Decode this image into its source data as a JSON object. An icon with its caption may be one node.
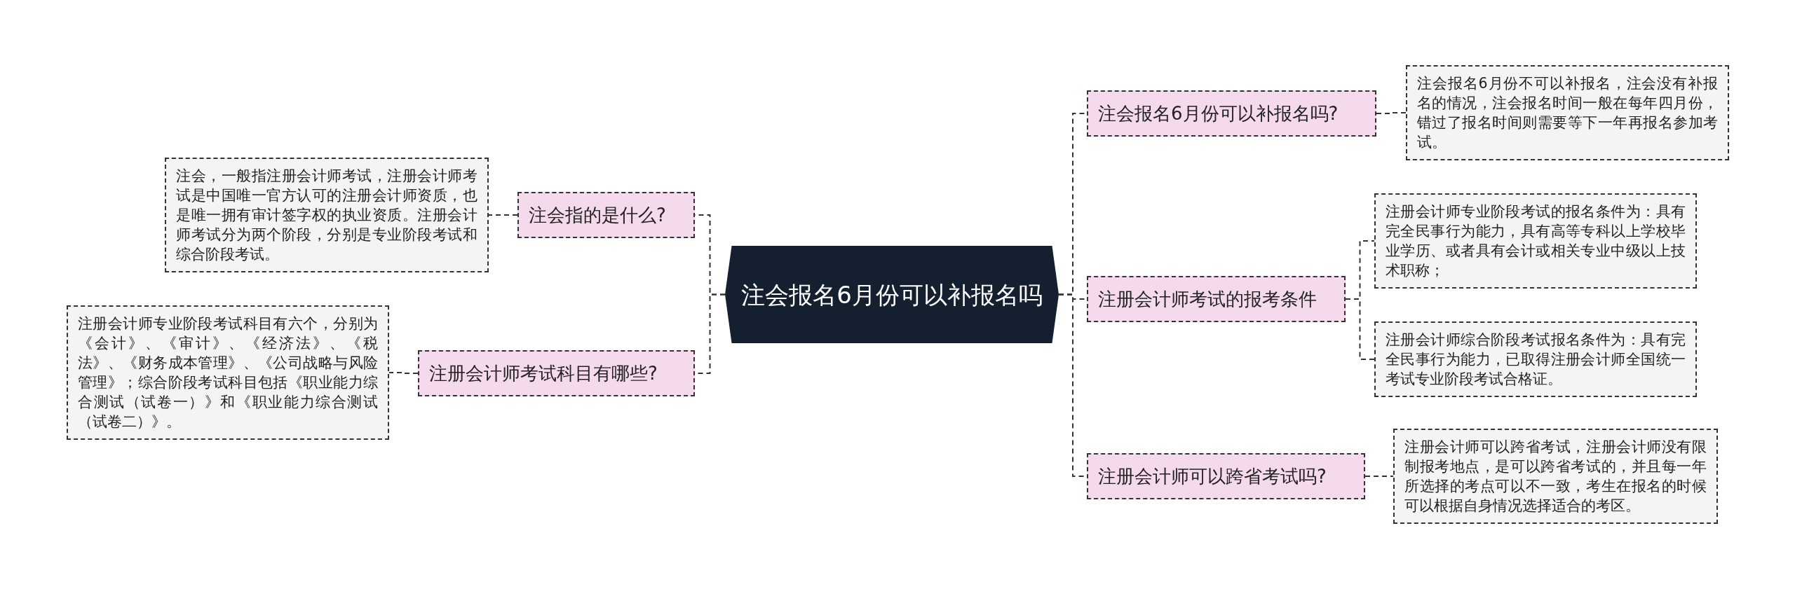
{
  "diagram": {
    "nodes": [
      {
        "text": [
          "注会报名6月份可以补报名吗"
        ]
      },
      {
        "text": [
          "注会指的是什么?"
        ]
      },
      {
        "text": [
          "注会，一般指注册会计师考试，注册会计师考试是中国唯一官方认可的注册会计师资质，也是唯一拥有审计签字权的执业资质。注册会计师考试分为两个阶段，分别是专业阶段考试和综合阶段考试。"
        ]
      },
      {
        "text": [
          "注册会计师考试科目有哪些?"
        ]
      },
      {
        "text": [
          "注册会计师专业阶段考试科目有六个，分别为《会计》、《审计》、《经济法》、《税法》、《财务成本管理》、《公司战略与风险管理》；综合阶段考试科目包括《职业能力综合测试（试卷一）》和《职业能力综合测试（试卷二）》。"
        ]
      },
      {
        "text": [
          "注会报名6月份可以补报名吗?"
        ]
      },
      {
        "text": [
          "注会报名6月份不可以补报名，注会没有补报名的情况，注会报名时间一般在每年四月份，错过了报名时间则需要等下一年再报名参加考试。"
        ]
      },
      {
        "text": [
          "注册会计师考试的报考条件"
        ]
      },
      {
        "text": [
          "注册会计师专业阶段考试的报名条件为：具有完全民事行为能力，具有高等专科以上学校毕业学历、或者具有会计或相关专业中级以上技术职称；"
        ]
      },
      {
        "text": [
          "注册会计师综合阶段考试报名条件为：具有完全民事行为能力，已取得注册会计师全国统一考试专业阶段考试合格证。"
        ]
      },
      {
        "text": [
          "注册会计师可以跨省考试吗?"
        ]
      },
      {
        "text": [
          "注册会计师可以跨省考试，注册会计师没有限制报考地点，是可以跨省考试的，并且每一年所选择的考点可以不一致，考生在报名的时候可以根据自身情况选择适合的考区。"
        ]
      }
    ],
    "edges": [
      {
        "from": 0,
        "to": 1,
        "arrow": "none",
        "style": "dashed"
      },
      {
        "from": 1,
        "to": 2,
        "arrow": "none",
        "style": "dashed"
      },
      {
        "from": 0,
        "to": 3,
        "arrow": "none",
        "style": "dashed"
      },
      {
        "from": 3,
        "to": 4,
        "arrow": "none",
        "style": "dashed"
      },
      {
        "from": 0,
        "to": 5,
        "arrow": "none",
        "style": "dashed"
      },
      {
        "from": 5,
        "to": 6,
        "arrow": "none",
        "style": "dashed"
      },
      {
        "from": 0,
        "to": 7,
        "arrow": "none",
        "style": "dashed"
      },
      {
        "from": 7,
        "to": 8,
        "arrow": "none",
        "style": "dashed"
      },
      {
        "from": 7,
        "to": 9,
        "arrow": "none",
        "style": "dashed"
      },
      {
        "from": 0,
        "to": 10,
        "arrow": "none",
        "style": "dashed"
      },
      {
        "from": 10,
        "to": 11,
        "arrow": "none",
        "style": "dashed"
      }
    ]
  }
}
